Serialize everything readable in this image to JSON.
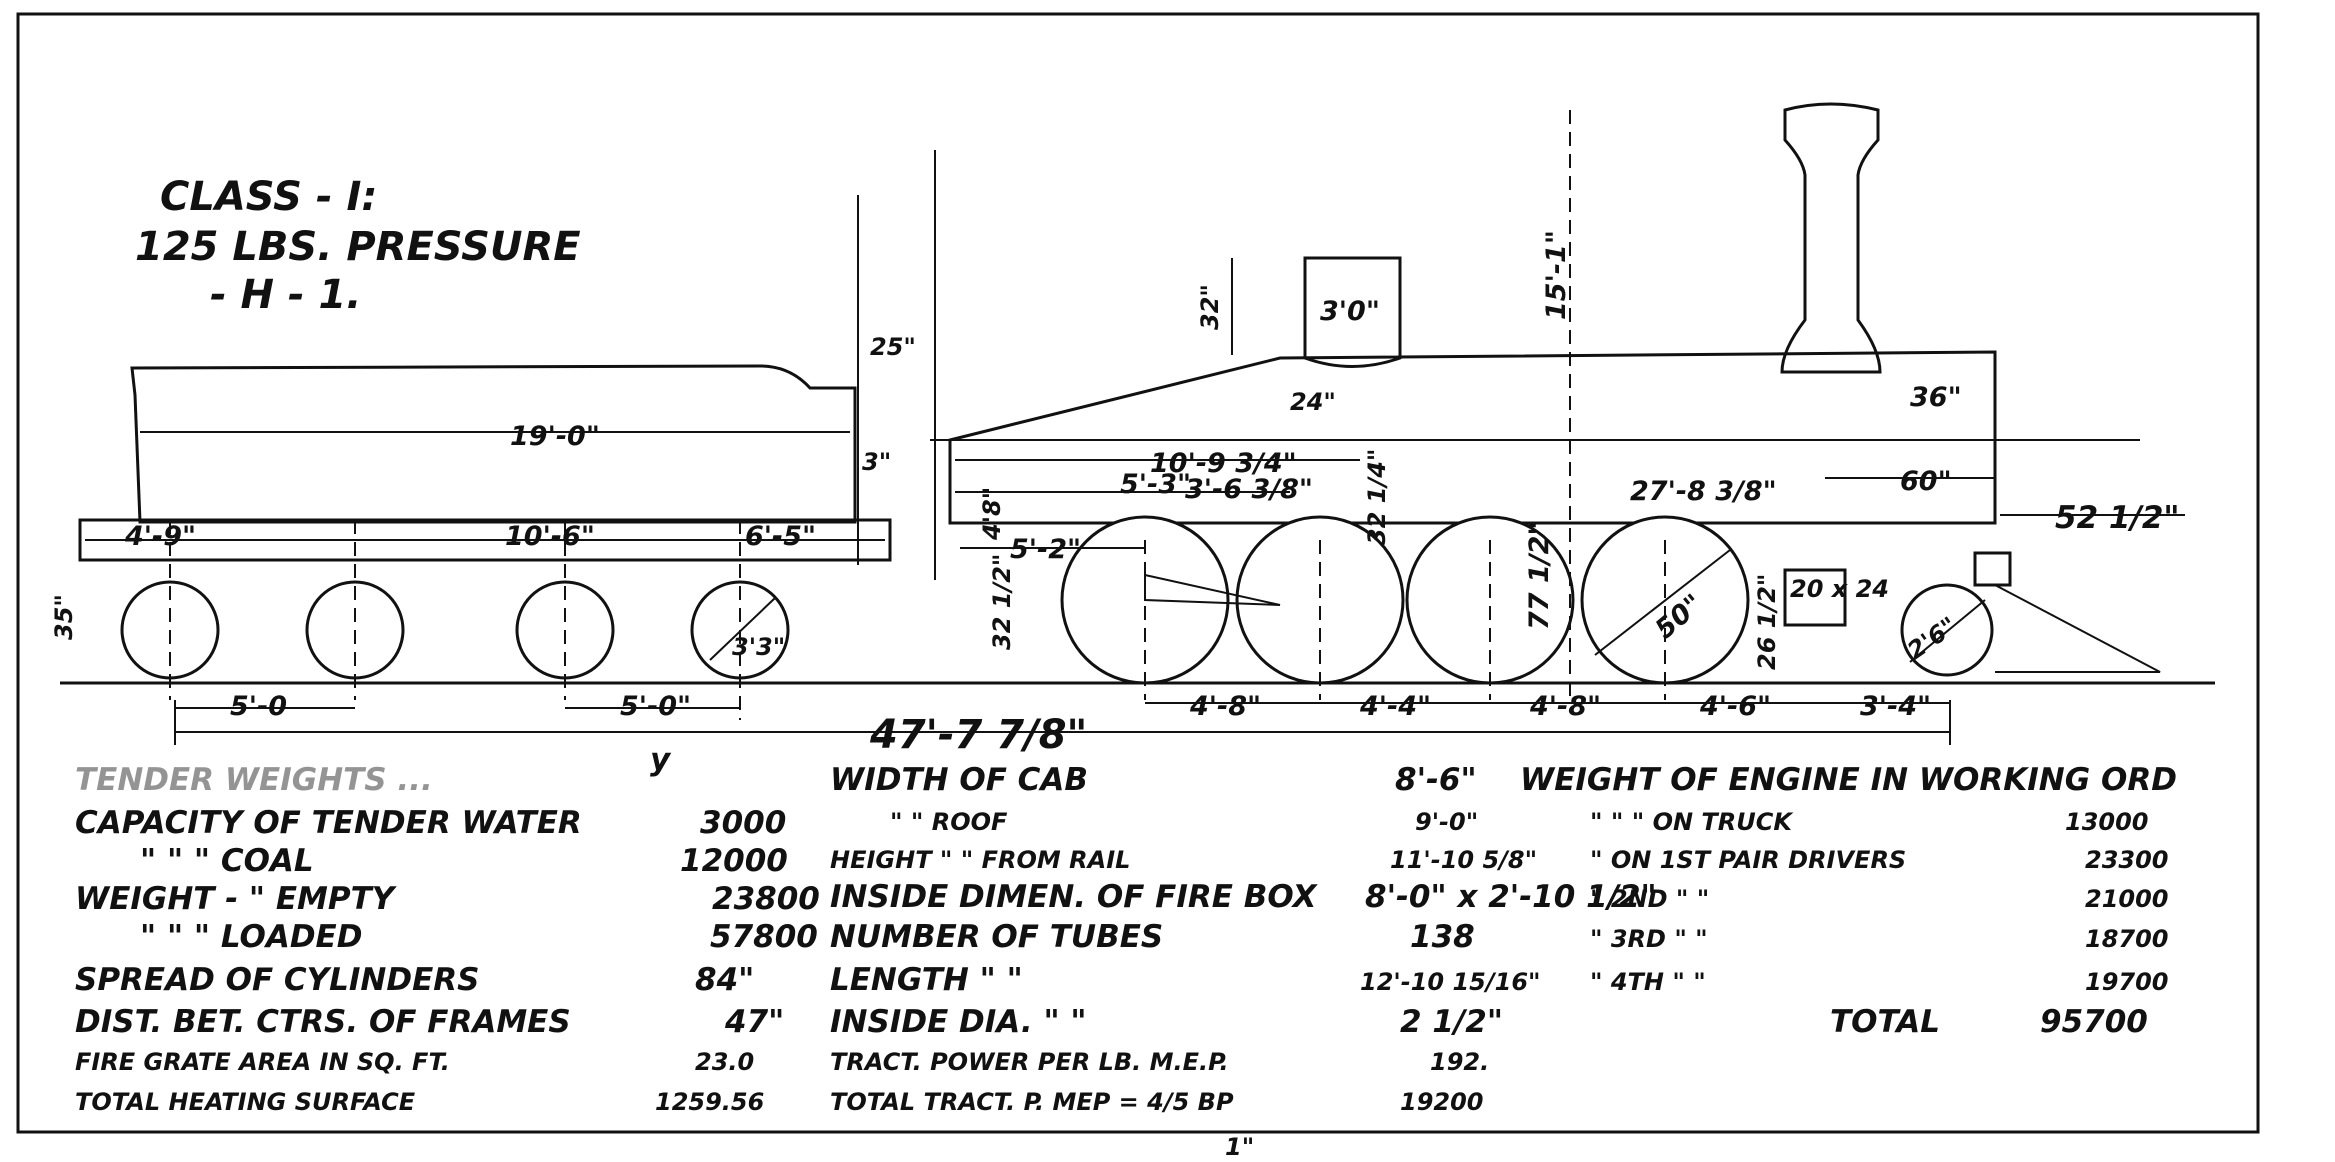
{
  "title": {
    "line1": "CLASS - I:",
    "line2": "125 LBS. PRESSURE",
    "line3": "- H - 1."
  },
  "dimensions": {
    "tender_length": "19'-0\"",
    "tender_height": "25\"",
    "tender_rail_drop": "3\"",
    "tender_seg1": "4'-9\"",
    "tender_seg2": "10'-6\"",
    "tender_seg3": "6'-5\"",
    "tender_wheel_dia": "3'3\"",
    "tender_wheelbase1": "5'-0",
    "tender_wheelbase2": "5'-0\"",
    "tender_axle_height": "35\"",
    "overall_length": "47'-7 7/8\"",
    "dome_height": "32\"",
    "dome_width": "3'0\"",
    "dome_base": "24\"",
    "stack_height": "15'-1\"",
    "stack_offset": "36\"",
    "boiler_dim_a": "10'-9 3/4\"",
    "boiler_dim_b": "5'-3\"",
    "boiler_dim_c": "3'-6 3/8\"",
    "boiler_dim_d": "5'-2\"",
    "boiler_dim_e": "4'8\"",
    "boiler_dim_f": "32 1/4\"",
    "cylinder_dim": "32 1/2\"",
    "boiler_length": "27'-8 3/8\"",
    "smokebox_dim": "60\"",
    "pilot_overhang": "52 1/2\"",
    "driver_height": "77 1/2\"",
    "driver_dia": "50\"",
    "cylinder_size": "20 x 24",
    "cylinder_height": "26 1/2\"",
    "truck_wheel_dia": "2'6\"",
    "wheelbase1": "4'-8\"",
    "wheelbase2": "4'-4\"",
    "wheelbase3": "4'-8\"",
    "wheelbase4": "4'-6\"",
    "wheelbase5": "3'-4\"",
    "marker": "y",
    "bottom_mark": "1\""
  },
  "specs": {
    "left": [
      {
        "label": "TENDER WEIGHTS ...",
        "value": ""
      },
      {
        "label": "CAPACITY OF TENDER  WATER",
        "value": "3000"
      },
      {
        "label": "\"     \"     \"   COAL",
        "value": "12000"
      },
      {
        "label": "WEIGHT    -    \"   EMPTY",
        "value": "23800"
      },
      {
        "label": "\"    \"    \"   LOADED",
        "value": "57800"
      },
      {
        "label": "SPREAD OF CYLINDERS",
        "value": "84\""
      },
      {
        "label": "DIST. BET. CTRS. OF FRAMES",
        "value": "47\""
      },
      {
        "label": "FIRE GRATE AREA IN SQ. FT.",
        "value": "23.0"
      },
      {
        "label": "TOTAL HEATING SURFACE",
        "value": "1259.56"
      }
    ],
    "middle": [
      {
        "label": "WIDTH OF CAB",
        "value": "8'-6\""
      },
      {
        "label": "\"    \"  ROOF",
        "value": "9'-0\""
      },
      {
        "label": "HEIGHT  \"   \" FROM RAIL",
        "value": "11'-10 5/8\""
      },
      {
        "label": "INSIDE DIMEN. OF FIRE BOX",
        "value": "8'-0\" x 2'-10 1/2\""
      },
      {
        "label": "NUMBER OF TUBES",
        "value": "138"
      },
      {
        "label": "LENGTH   \"   \"",
        "value": "12'-10 15/16\""
      },
      {
        "label": "INSIDE  DIA.   \"   \"",
        "value": "2 1/2\""
      },
      {
        "label": "TRACT. POWER PER LB. M.E.P.",
        "value": "192."
      },
      {
        "label": "TOTAL TRACT. P. MEP = 4/5 BP",
        "value": "19200"
      }
    ],
    "right": [
      {
        "label": "WEIGHT OF ENGINE IN WORKING ORD",
        "value": ""
      },
      {
        "label": "\"    \"    \"  ON TRUCK",
        "value": "13000"
      },
      {
        "label": "\"  ON 1ST PAIR DRIVERS",
        "value": "23300"
      },
      {
        "label": "\"  2ND  \"   \"",
        "value": "21000"
      },
      {
        "label": "\"  3RD  \"   \"",
        "value": "18700"
      },
      {
        "label": "\"  4TH  \"   \"",
        "value": "19700"
      },
      {
        "label": "TOTAL",
        "value": "95700"
      }
    ]
  }
}
